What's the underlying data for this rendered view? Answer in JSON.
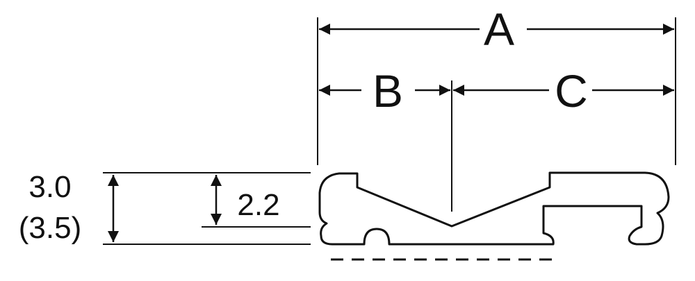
{
  "labels": {
    "a": "A",
    "b": "B",
    "c": "C",
    "height_total": "3.0",
    "height_alt": "(3.5)",
    "height_inner": "2.2"
  },
  "colors": {
    "ink": "#111111",
    "background": "#ffffff"
  }
}
